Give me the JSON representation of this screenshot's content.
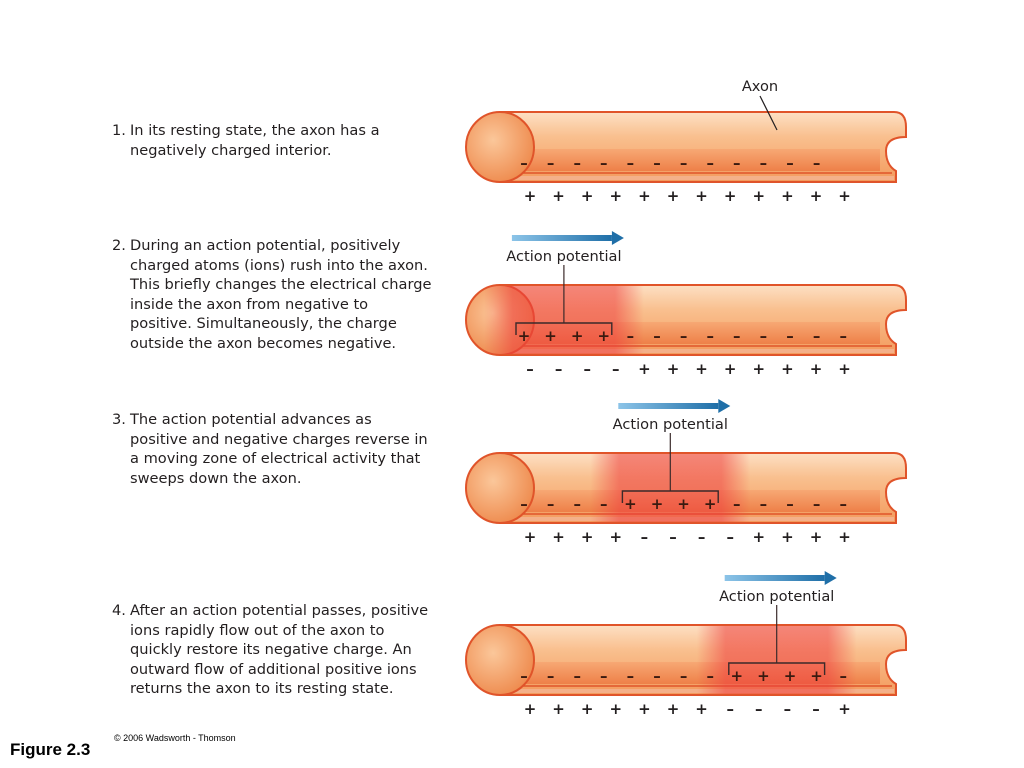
{
  "steps": [
    {
      "number": "1.",
      "text": "In its resting state, the axon has a negatively charged interior."
    },
    {
      "number": "2.",
      "text": "During an action potential, positively charged atoms (ions) rush into the axon. This briefly changes the electrical charge inside the axon from negative to positive. Simultaneously, the charge outside the axon becomes negative."
    },
    {
      "number": "3.",
      "text": "The action potential advances as positive and negative charges reverse in a moving zone of electrical activity that sweeps down the axon."
    },
    {
      "number": "4.",
      "text": "After an action potential passes, positive ions rapidly flow out of the axon to quickly restore its negative charge. An outward flow of additional positive ions returns the axon to its resting state."
    }
  ],
  "axon_label": "Axon",
  "action_potential_label": "Action potential",
  "figure_label": "Figure 2.3",
  "copyright": "© 2006 Wadsworth - Thomson",
  "panels": [
    {
      "inside": [
        "–",
        "–",
        "–",
        "–",
        "–",
        "–",
        "–",
        "–",
        "–",
        "–",
        "–",
        "–"
      ],
      "outside": [
        "+",
        "+",
        "+",
        "+",
        "+",
        "+",
        "+",
        "+",
        "+",
        "+",
        "+",
        "+"
      ],
      "zone": null
    },
    {
      "inside": [
        "+",
        "+",
        "+",
        "+",
        "–",
        "–",
        "–",
        "–",
        "–",
        "–",
        "–",
        "–",
        "–"
      ],
      "outside": [
        "–",
        "–",
        "–",
        "–",
        "+",
        "+",
        "+",
        "+",
        "+",
        "+",
        "+",
        "+"
      ],
      "zone": {
        "start": 0,
        "end": 3
      }
    },
    {
      "inside": [
        "–",
        "–",
        "–",
        "–",
        "+",
        "+",
        "+",
        "+",
        "–",
        "–",
        "–",
        "–",
        "–"
      ],
      "outside": [
        "+",
        "+",
        "+",
        "+",
        "–",
        "–",
        "–",
        "–",
        "+",
        "+",
        "+",
        "+"
      ],
      "zone": {
        "start": 4,
        "end": 7
      }
    },
    {
      "inside": [
        "–",
        "–",
        "–",
        "–",
        "–",
        "–",
        "–",
        "–",
        "+",
        "+",
        "+",
        "+",
        "–"
      ],
      "outside": [
        "+",
        "+",
        "+",
        "+",
        "+",
        "+",
        "+",
        "–",
        "–",
        "–",
        "–",
        "+"
      ],
      "zone": {
        "start": 8,
        "end": 11
      }
    }
  ],
  "colors": {
    "axon_fill": "#f6b37f",
    "axon_outline": "#e0542a",
    "axon_interior": "#f08a55",
    "zone": "#ee3d3d",
    "arrow": "#1f6fa8"
  }
}
